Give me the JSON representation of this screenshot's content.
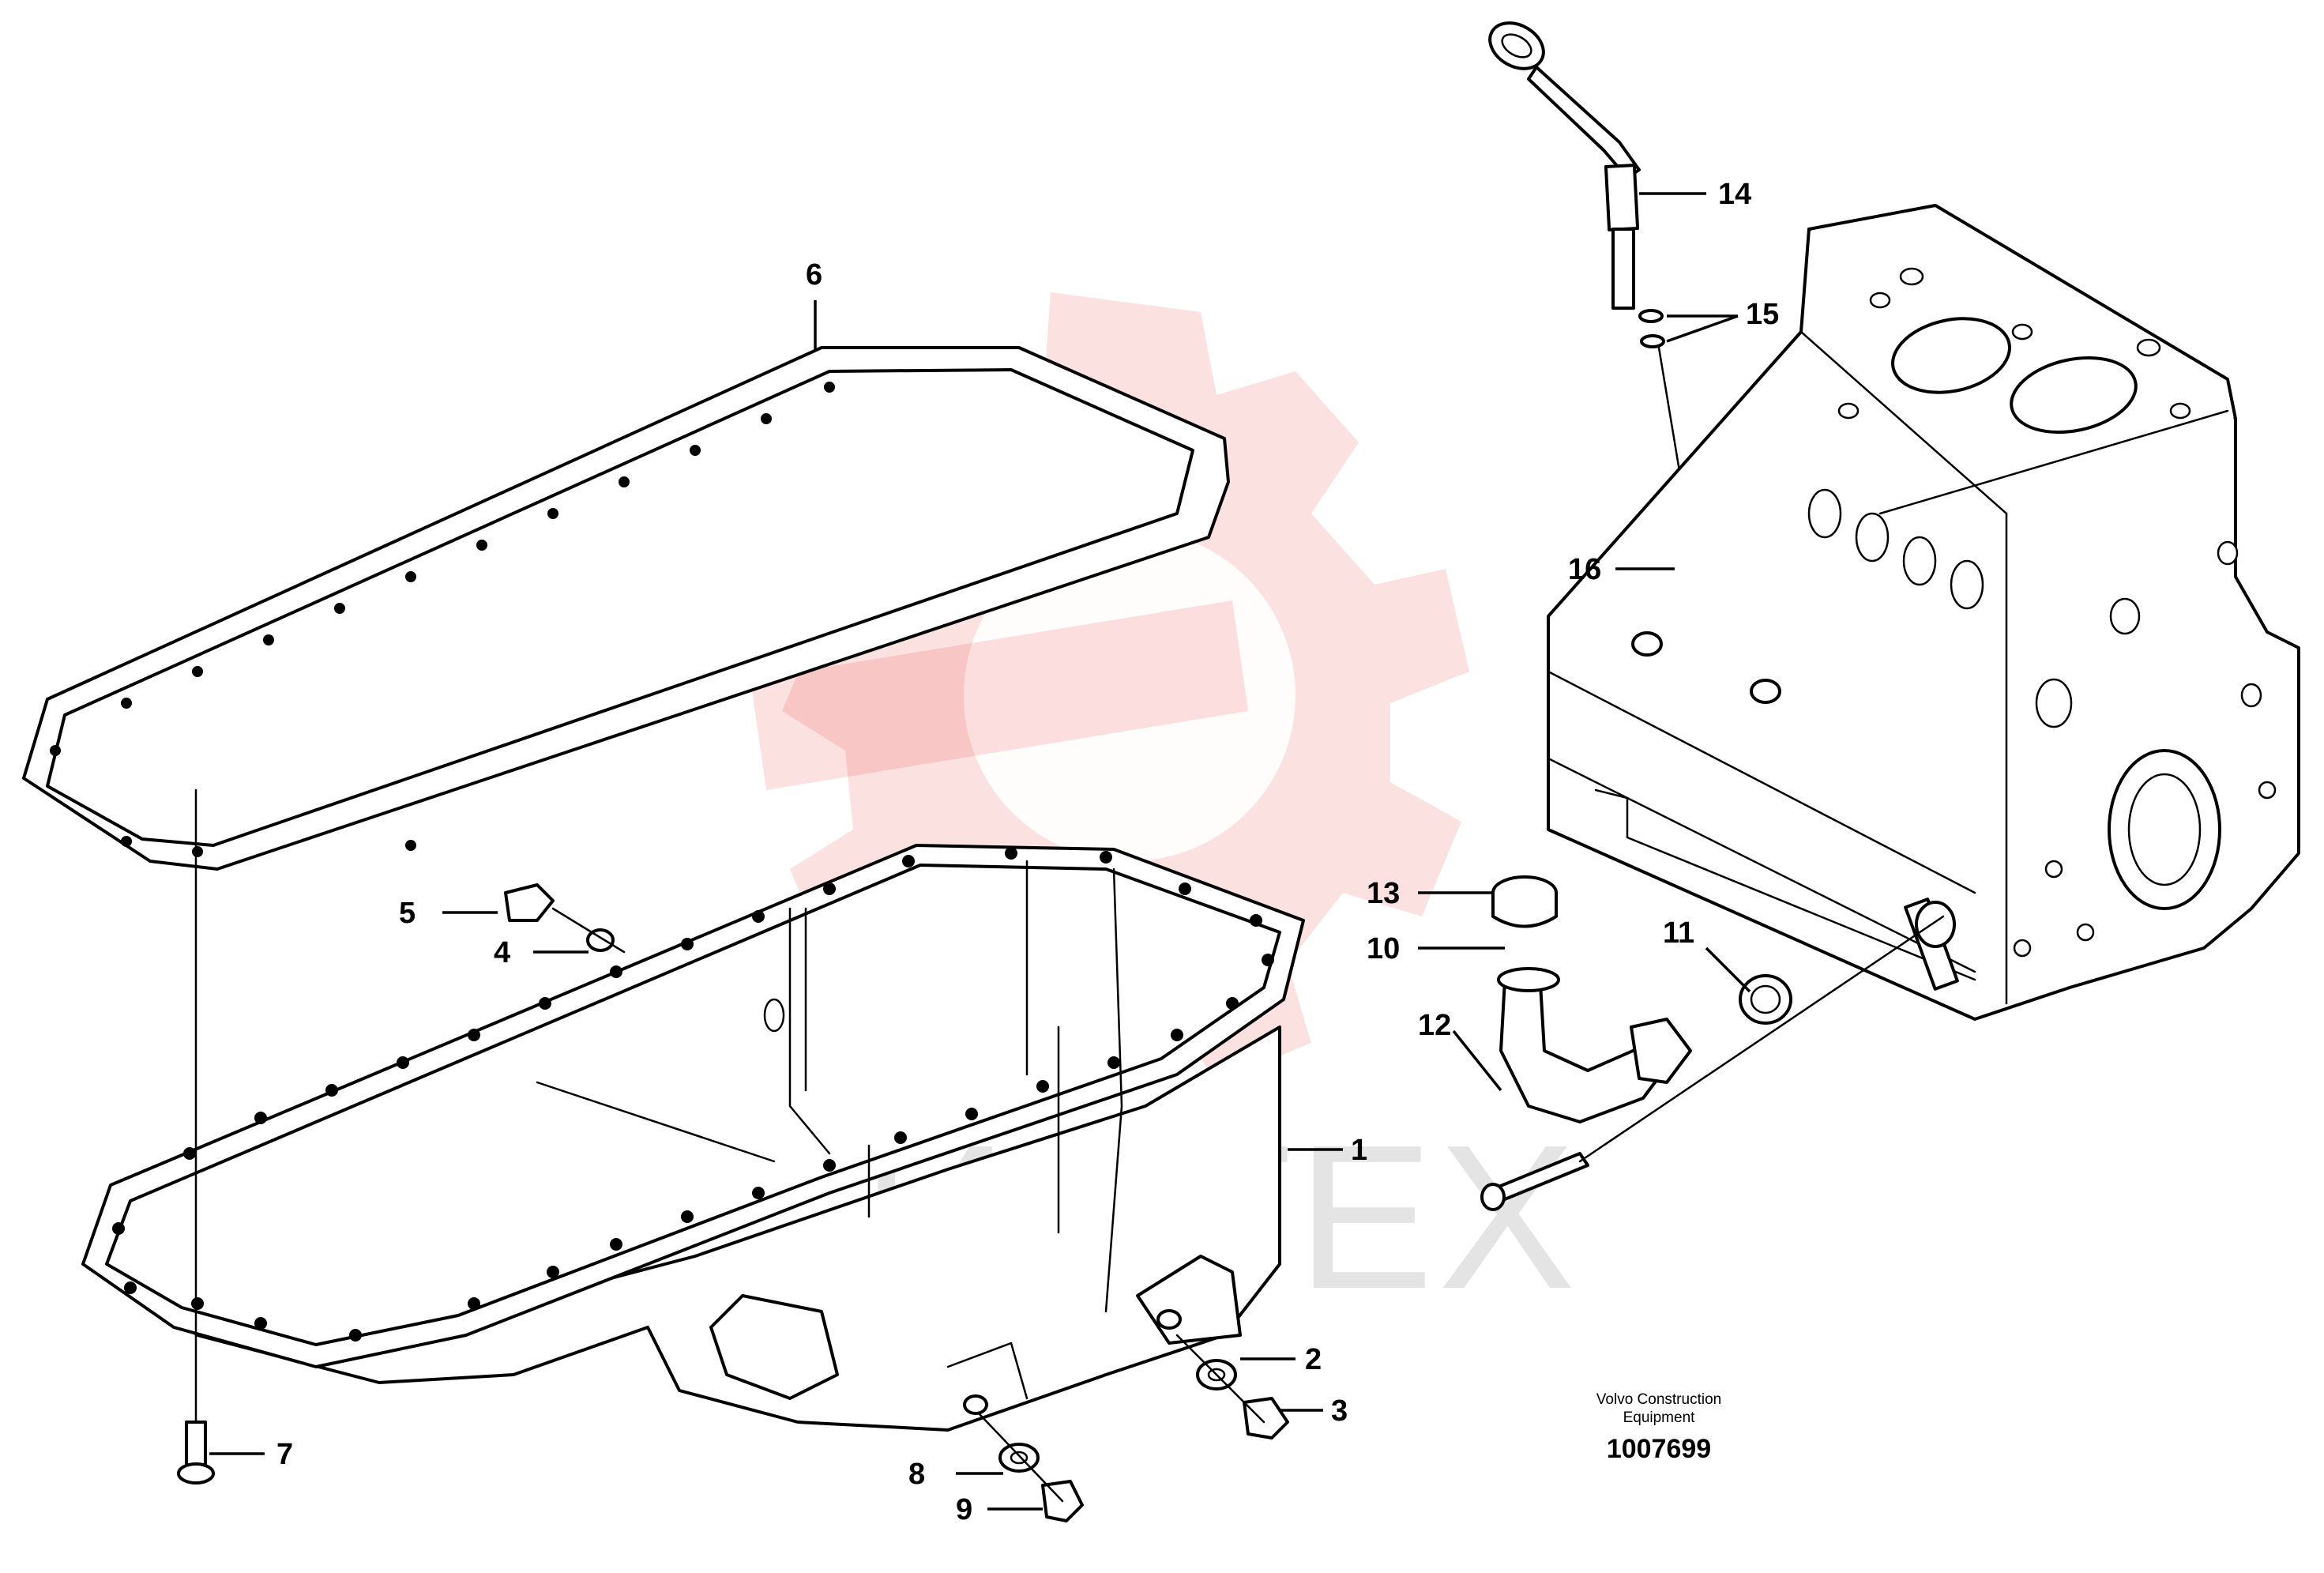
{
  "diagram": {
    "watermark_text": "ИНТЕХ",
    "watermark_color": "#e9151b",
    "callouts": [
      {
        "id": "c1",
        "label": "1"
      },
      {
        "id": "c2",
        "label": "2"
      },
      {
        "id": "c3",
        "label": "3"
      },
      {
        "id": "c4",
        "label": "4"
      },
      {
        "id": "c5",
        "label": "5"
      },
      {
        "id": "c6",
        "label": "6"
      },
      {
        "id": "c7",
        "label": "7"
      },
      {
        "id": "c8",
        "label": "8"
      },
      {
        "id": "c9",
        "label": "9"
      },
      {
        "id": "c10",
        "label": "10"
      },
      {
        "id": "c11",
        "label": "11"
      },
      {
        "id": "c12",
        "label": "12"
      },
      {
        "id": "c13",
        "label": "13"
      },
      {
        "id": "c14",
        "label": "14"
      },
      {
        "id": "c15",
        "label": "15"
      },
      {
        "id": "c16",
        "label": "16"
      }
    ],
    "stamp": {
      "line1": "Volvo Construction",
      "line2": "Equipment",
      "number": "1007699"
    }
  }
}
